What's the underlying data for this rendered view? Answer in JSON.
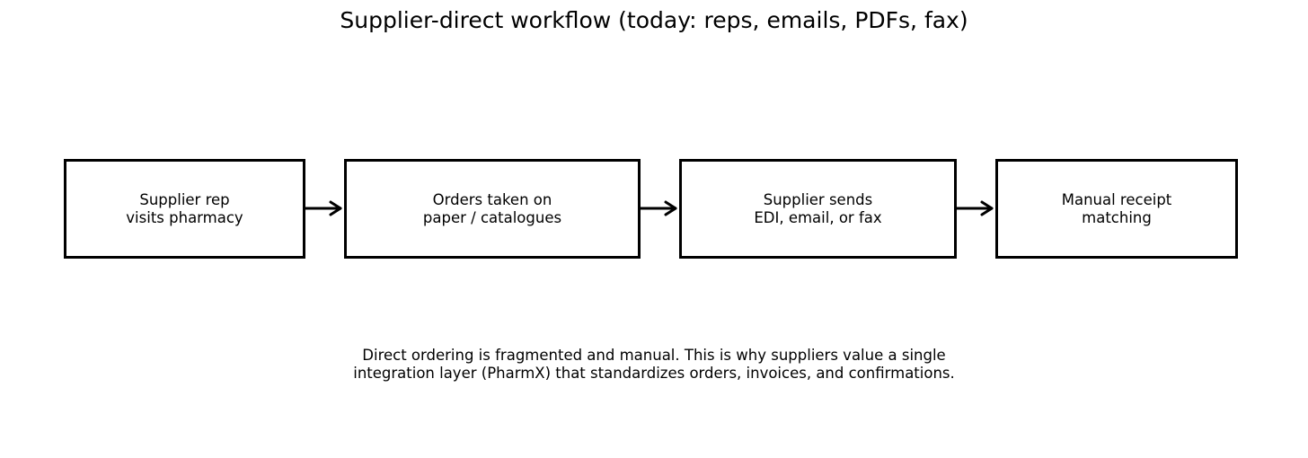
{
  "title": "Supplier-direct workflow (today: reps, emails, PDFs, fax)",
  "steps": [
    {
      "line1": "Supplier rep",
      "line2": "visits pharmacy"
    },
    {
      "line1": "Orders taken on",
      "line2": "paper / catalogues"
    },
    {
      "line1": "Supplier sends",
      "line2": "EDI, email, or fax"
    },
    {
      "line1": "Manual receipt",
      "line2": "matching"
    }
  ],
  "caption": {
    "line1": "Direct ordering is fragmented and manual. This is why suppliers value a single",
    "line2": "integration layer (PharmX) that standardizes orders, invoices, and confirmations."
  }
}
